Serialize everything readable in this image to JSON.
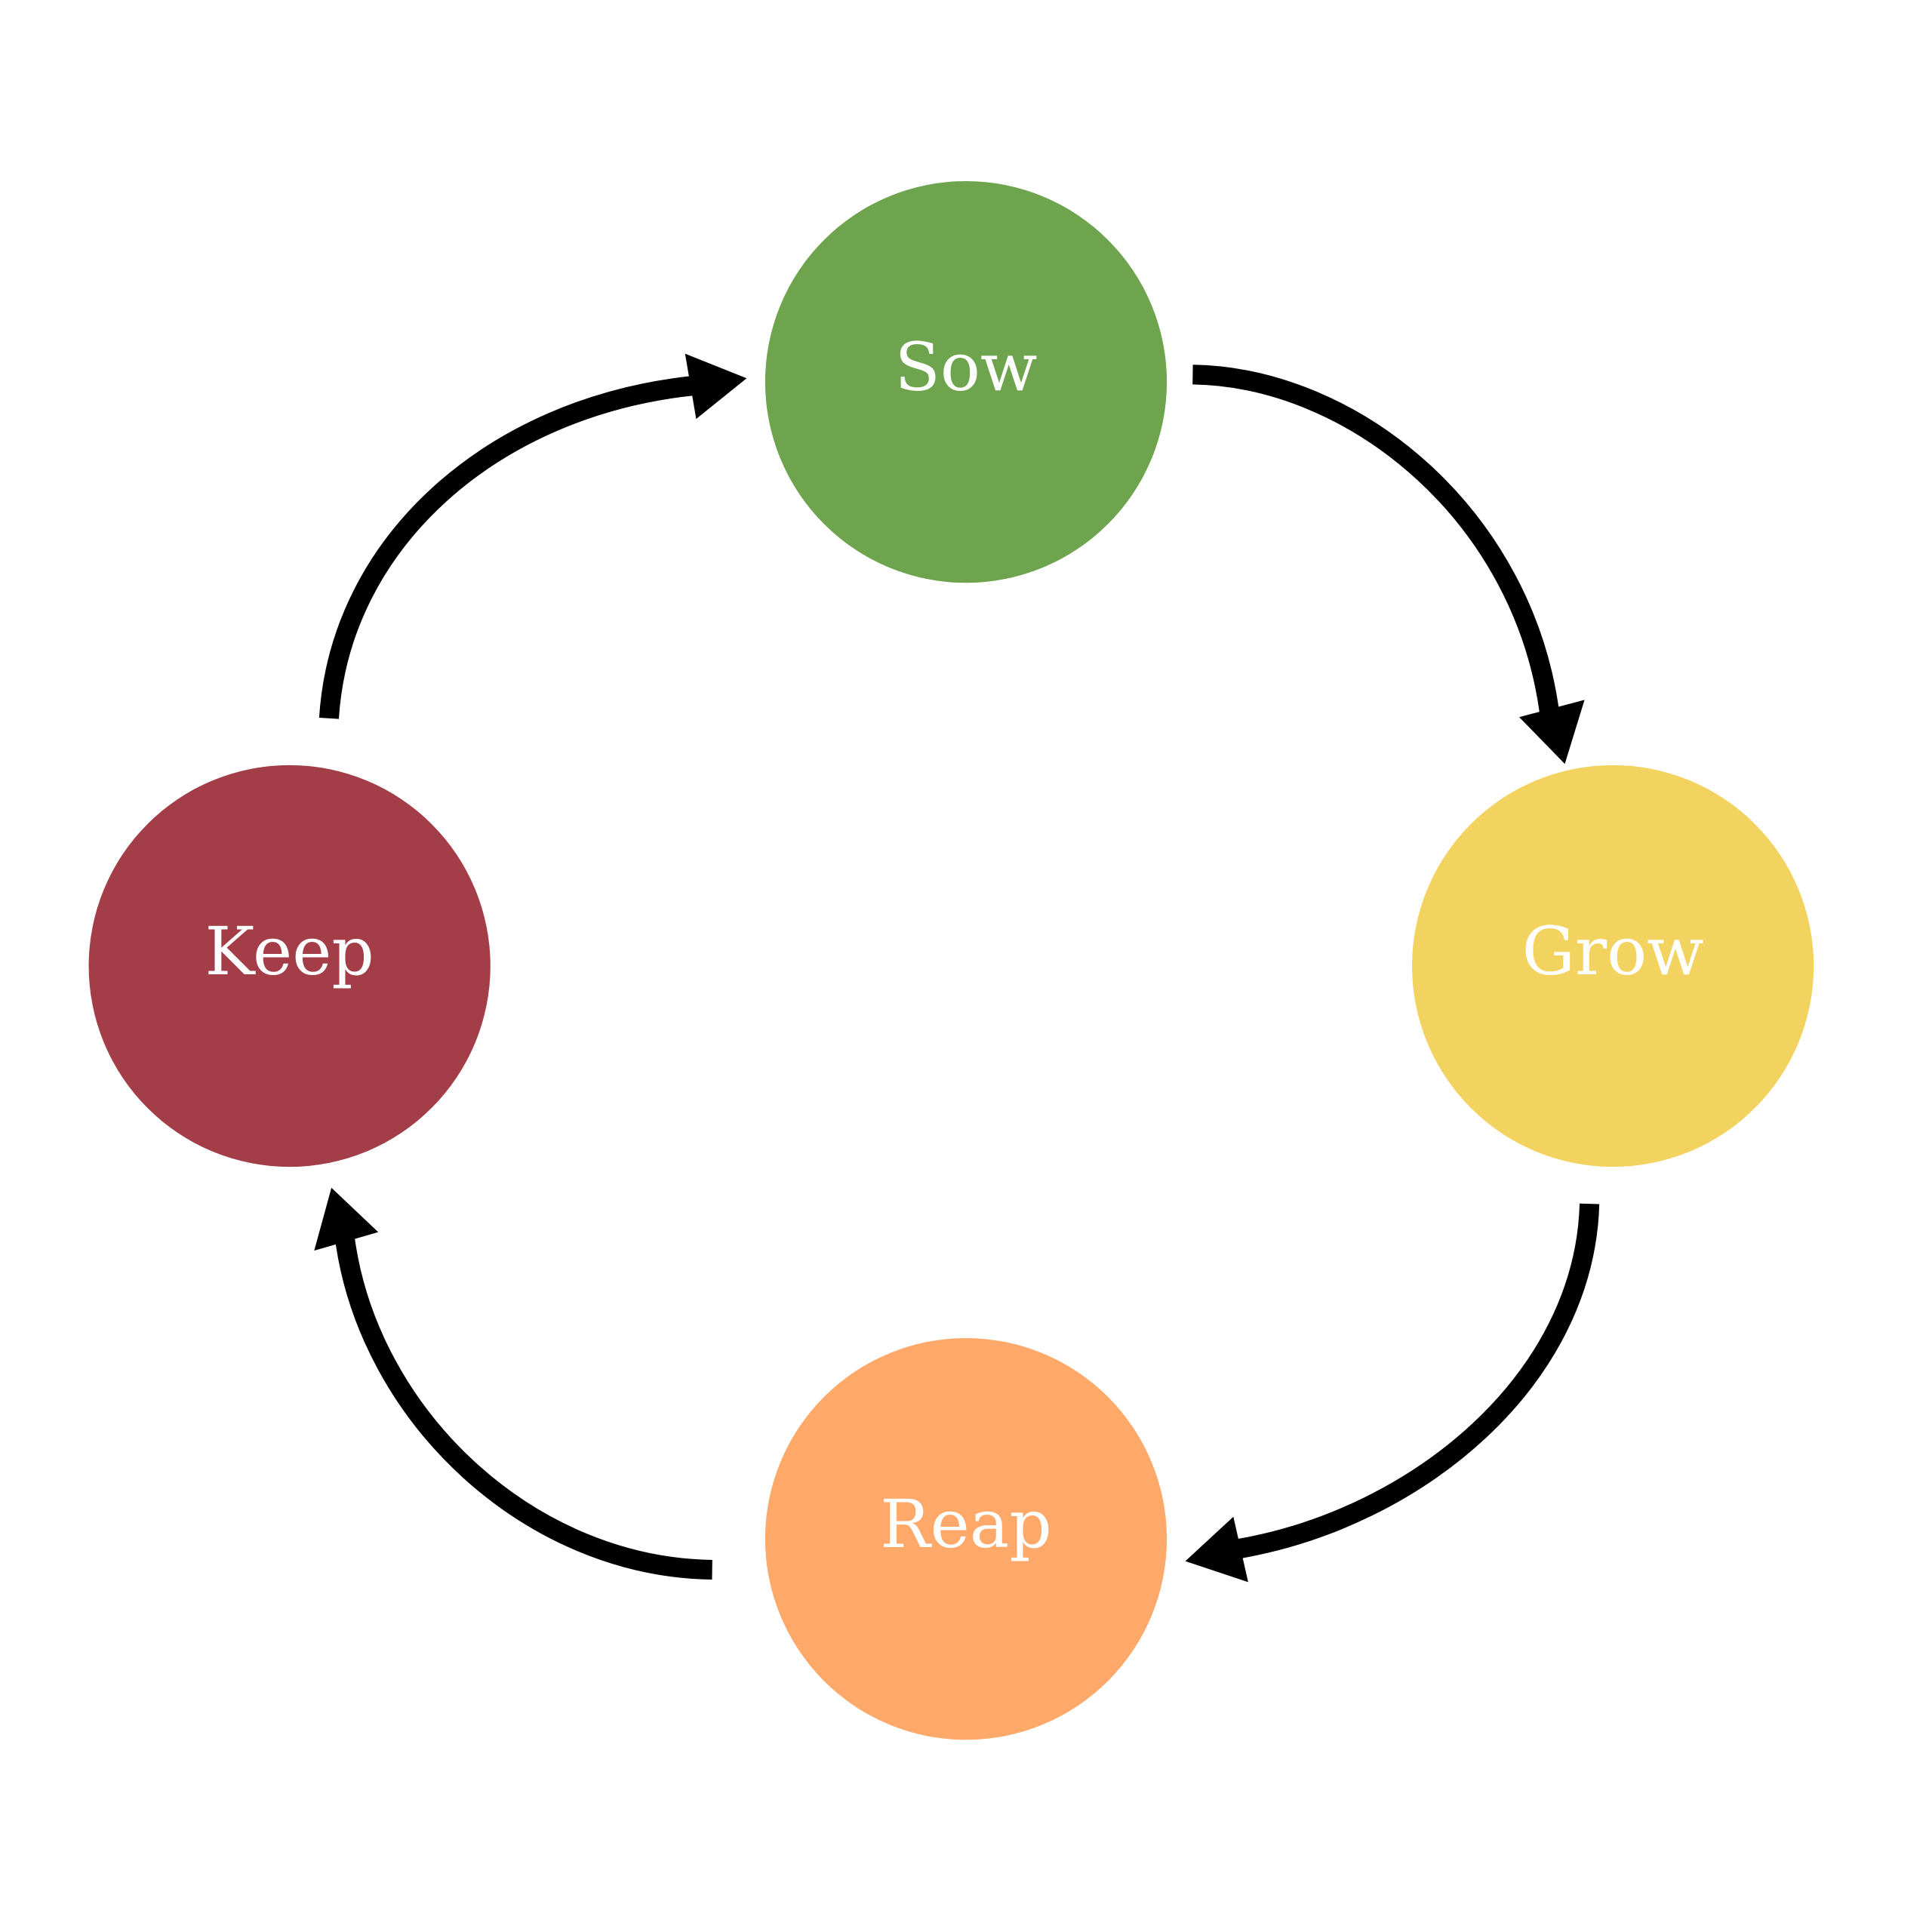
{
  "diagram": {
    "type": "cycle",
    "nodes": [
      {
        "id": "sow",
        "label": "Sow",
        "color": "#6fa44e"
      },
      {
        "id": "grow",
        "label": "Grow",
        "color": "#f3d35f"
      },
      {
        "id": "reap",
        "label": "Reap",
        "color": "#fea869"
      },
      {
        "id": "keep",
        "label": "Keep",
        "color": "#a33d48"
      }
    ],
    "edges": [
      {
        "from": "sow",
        "to": "grow"
      },
      {
        "from": "grow",
        "to": "reap"
      },
      {
        "from": "reap",
        "to": "keep"
      },
      {
        "from": "keep",
        "to": "sow"
      }
    ]
  }
}
